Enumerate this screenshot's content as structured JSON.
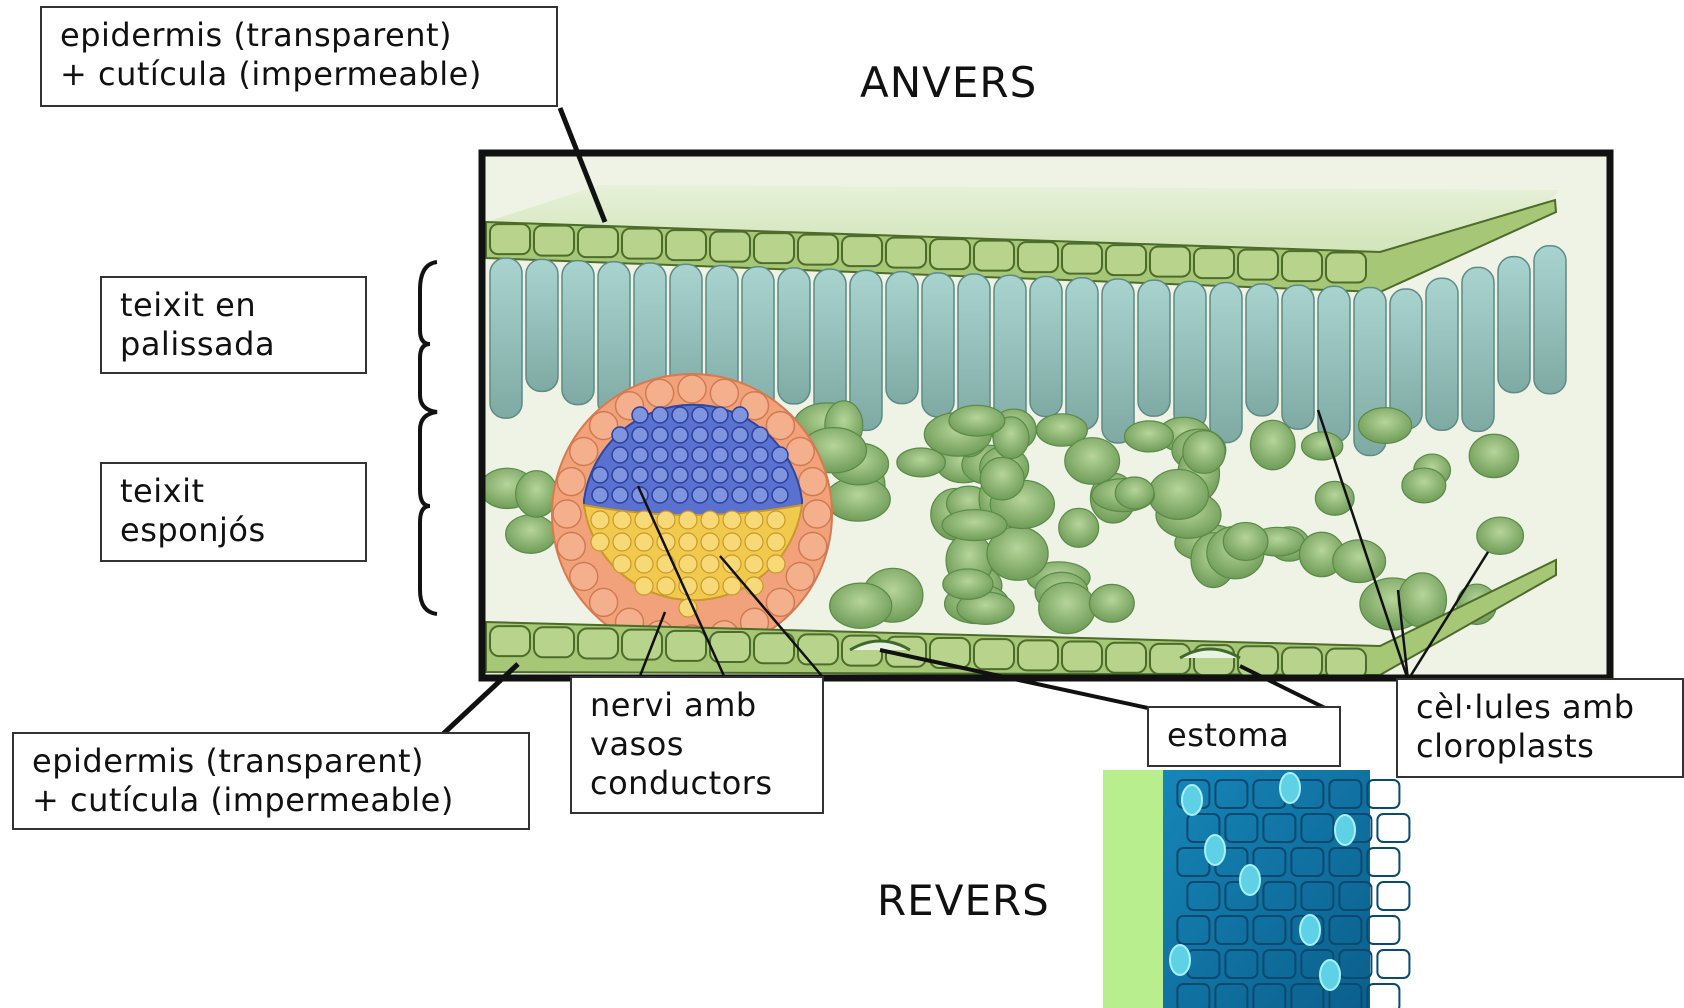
{
  "titles": {
    "top": "ANVERS",
    "bottom": "REVERS"
  },
  "labels": {
    "upper_epidermis": [
      "epidermis (transparent)",
      "+ cutícula (impermeable)"
    ],
    "palisade": [
      "teixit en",
      "palissada"
    ],
    "spongy": [
      "teixit",
      "esponjós"
    ],
    "lower_epidermis": [
      "epidermis (transparent)",
      "+ cutícula (impermeable)"
    ],
    "vein": [
      "nervi amb",
      "vasos",
      "conductors"
    ],
    "stoma": [
      "estoma"
    ],
    "chloroplast_cells": [
      "cèl·lules amb",
      "cloroplasts"
    ]
  },
  "colors": {
    "frame": "#111111",
    "epidermis": "#9cc06a",
    "palisade": "#8fbcb6",
    "spongy": "#8db87a",
    "xylem": "#4b63c8",
    "phloem": "#f0c84a",
    "bundle_sheath": "#ef9a72",
    "stoma_photo": "#0f76a6",
    "light_strip": "#b9ee8f"
  }
}
